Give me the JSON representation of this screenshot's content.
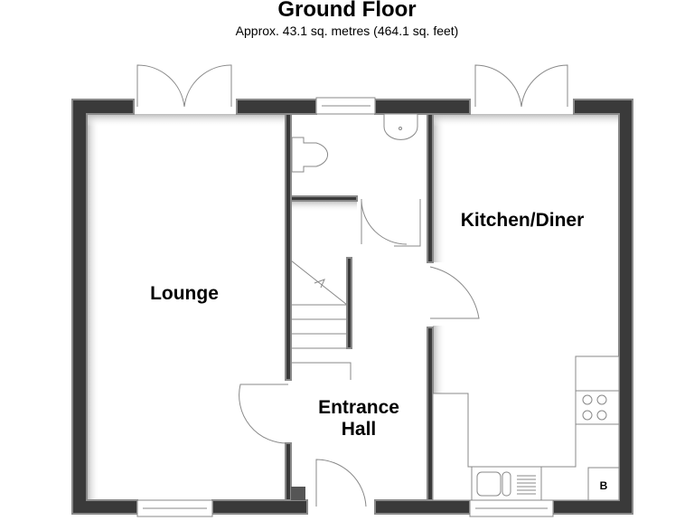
{
  "header": {
    "title": "Ground Floor",
    "subtitle": "Approx. 43.1 sq. metres (464.1 sq. feet)"
  },
  "rooms": {
    "lounge": "Lounge",
    "kitchen": "Kitchen/Diner",
    "hall_line1": "Entrance",
    "hall_line2": "Hall"
  },
  "fixtures": {
    "boiler": "B"
  }
}
